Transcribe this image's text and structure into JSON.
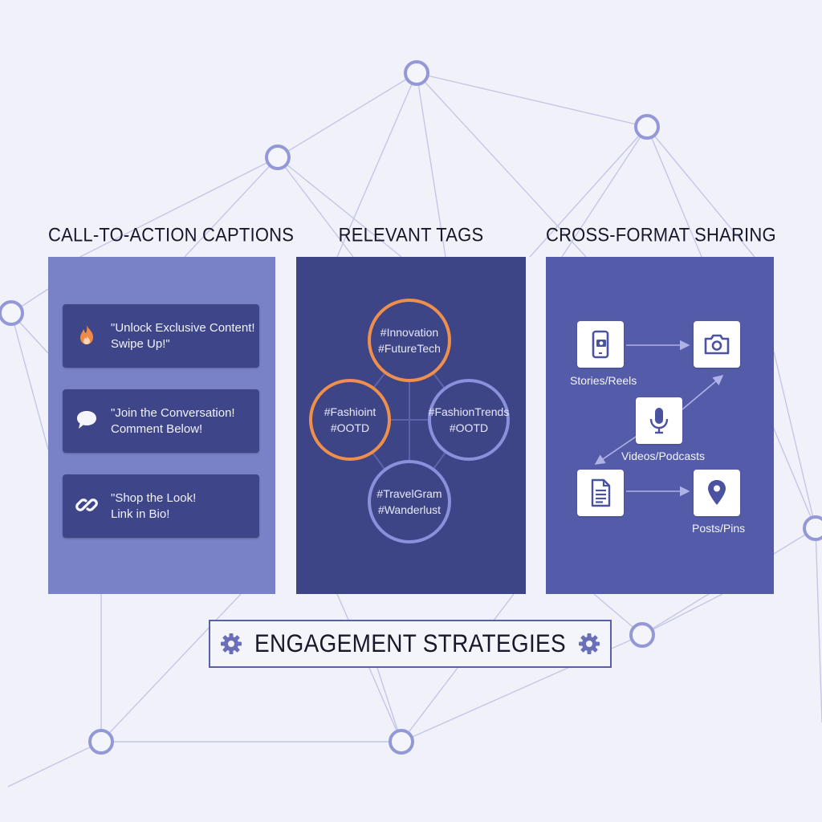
{
  "colors": {
    "background": "#f1f2f9",
    "network_line": "#b9bce0",
    "network_node": "#9498d6",
    "panel_cta": "#7a82c7",
    "panel_tags": "#3d4587",
    "panel_share": "#545ca9",
    "accent_orange": "#ef8f4c",
    "accent_lilac": "#8a90dc"
  },
  "columns": {
    "cta": {
      "title": "CALL-TO-ACTION CAPTIONS",
      "cards": [
        {
          "icon": "fire-icon",
          "text": "\"Unlock Exclusive Content!\nSwipe Up!\""
        },
        {
          "icon": "speech-bubble-icon",
          "text": "\"Join the Conversation!\nComment Below!"
        },
        {
          "icon": "link-icon",
          "text": "\"Shop the Look!\nLink in Bio!"
        }
      ]
    },
    "tags": {
      "title": "RELEVANT TAGS",
      "circles": [
        {
          "line1": "#Innovation",
          "line2": "#FutureTech",
          "style": "orange"
        },
        {
          "line1": "#Fashioint",
          "line2": "#OOTD",
          "style": "orange"
        },
        {
          "line1": "#FashionTrends",
          "line2": "#OOTD",
          "style": "lilac"
        },
        {
          "line1": "#TravelGram",
          "line2": "#Wanderlust",
          "style": "lilac"
        }
      ]
    },
    "share": {
      "title": "CROSS-FORMAT SHARING",
      "nodes": [
        {
          "icon": "smartphone-icon",
          "label": "Stories/Reels"
        },
        {
          "icon": "camera-icon",
          "label": ""
        },
        {
          "icon": "microphone-icon",
          "label": "Videos/Podcasts"
        },
        {
          "icon": "document-icon",
          "label": ""
        },
        {
          "icon": "map-pin-icon",
          "label": "Posts/Pins"
        }
      ]
    }
  },
  "footer": {
    "title": "ENGAGEMENT STRATEGIES",
    "icons": [
      "gear-icon",
      "gear-icon"
    ]
  }
}
